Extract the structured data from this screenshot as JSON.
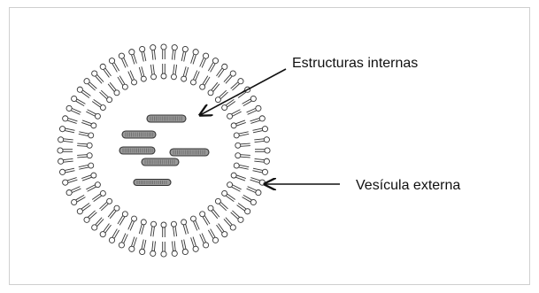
{
  "labels": {
    "internal": "Estructuras internas",
    "external": "Vesícula externa"
  },
  "colors": {
    "stroke": "#333333",
    "head_fill": "#ffffff",
    "rod_fill": "#9a9a9a",
    "frame_border": "#cfcfcf",
    "text": "#111111"
  },
  "structures": {
    "outer_layer_lipids": 60,
    "inner_layer_lipids": 46,
    "internal_rods": 6
  }
}
